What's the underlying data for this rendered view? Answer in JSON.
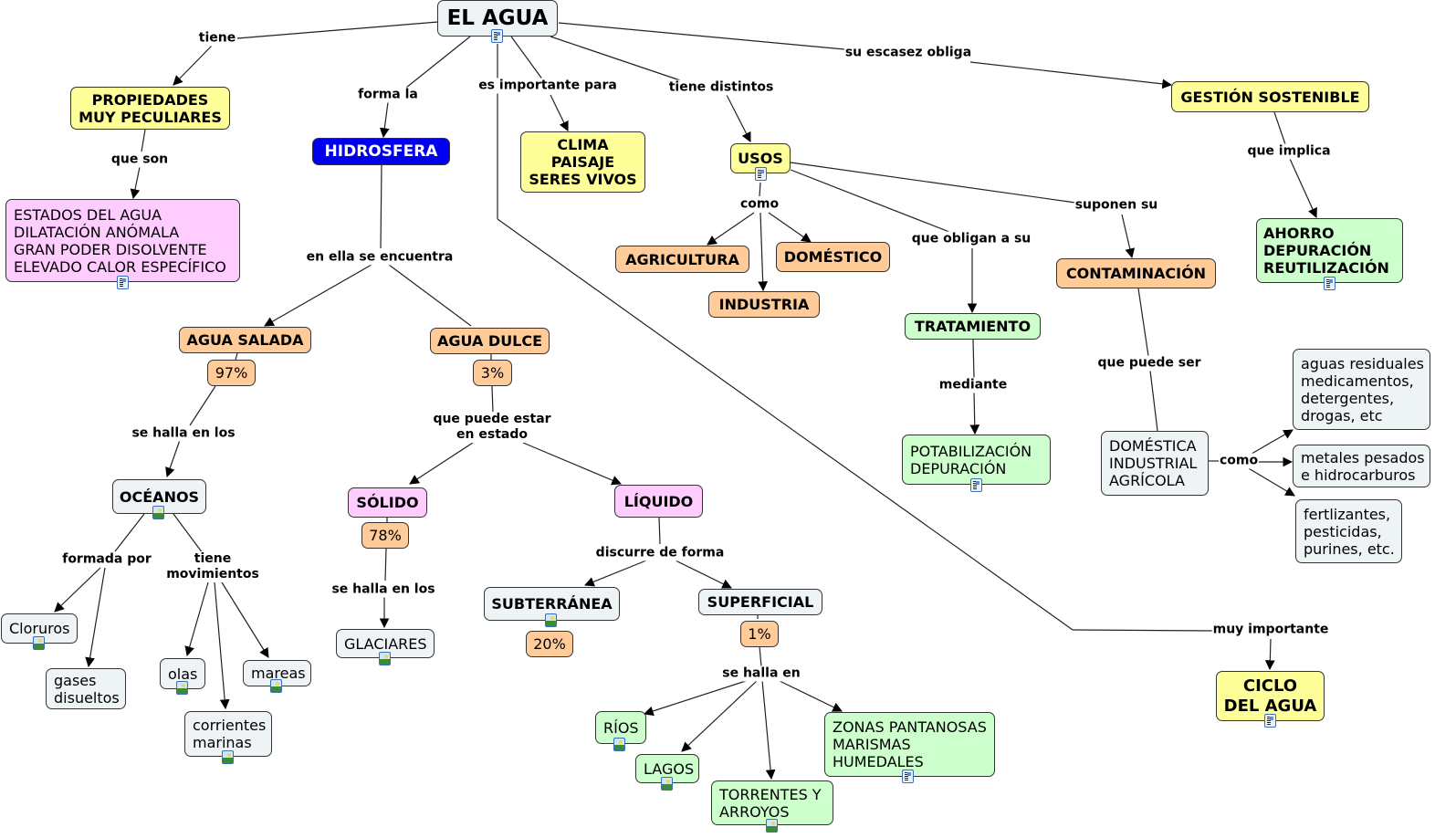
{
  "title": "EL AGUA",
  "concepts": {
    "el_agua": "EL AGUA",
    "propiedades": "PROPIEDADES\nMUY PECULIARES",
    "propiedades_lista": "ESTADOS DEL AGUA\nDILATACIÓN ANÓMALA\nGRAN PODER DISOLVENTE\nELEVADO CALOR ESPECÍFICO",
    "hidrosfera": "HIDROSFERA",
    "clima": "CLIMA\nPAISAJE\nSERES VIVOS",
    "usos": "USOS",
    "agricultura": "AGRICULTURA",
    "domestico": "DOMÉSTICO",
    "industria": "INDUSTRIA",
    "gestion": "GESTIÓN SOSTENIBLE",
    "ahorro": "AHORRO\nDEPURACIÓN\nREUTILIZACIÓN",
    "contaminacion": "CONTAMINACIÓN",
    "tratamiento": "TRATAMIENTO",
    "potabilizacion": "POTABILIZACIÓN\nDEPURACIÓN",
    "tipos_contaminacion": "DOMÉSTICA\nINDUSTRIAL\nAGRÍCOLA",
    "aguas_residuales": "aguas residuales\nmedicamentos,\ndetergentes,\ndrogas, etc",
    "metales": "metales pesados\ne hidrocarburos",
    "fertilizantes": "fertlizantes,\npesticidas,\npurines, etc.",
    "agua_salada": "AGUA SALADA",
    "pct_97": "97%",
    "agua_dulce": "AGUA DULCE",
    "pct_3": "3%",
    "oceanos": "OCÉANOS",
    "cloruros": "Cloruros",
    "gases": "gases\ndisueltos",
    "olas": "olas",
    "mareas": "mareas",
    "corrientes": "corrientes\nmarinas",
    "solido": "SÓLIDO",
    "pct_78": "78%",
    "glaciares": "GLACIARES",
    "liquido": "LÍQUIDO",
    "subterranea": "SUBTERRÁNEA",
    "pct_20": "20%",
    "superficial": "SUPERFICIAL",
    "pct_1": "1%",
    "rios": "RÍOS",
    "lagos": "LAGOS",
    "torrentes": "TORRENTES Y\nARROYOS",
    "zonas": "ZONAS PANTANOSAS\nMARISMAS\nHUMEDALES",
    "ciclo": "CICLO\nDEL AGUA"
  },
  "links": {
    "tiene": "tiene",
    "forma_la": "forma la",
    "es_importante": "es importante para",
    "tiene_distintos": "tiene distintos",
    "su_escasez": "su escasez obliga",
    "que_son": "que son",
    "en_ella": "en ella se encuentra",
    "como_usos": "como",
    "que_obligan": "que obligan a su",
    "suponen_su": "suponen su",
    "que_implica": "que implica",
    "mediante": "mediante",
    "que_puede_ser": "que puede ser",
    "como_cont": "como",
    "se_halla_los_1": "se halla en los",
    "formada_por": "formada por",
    "tiene_movimientos": "tiene\nmovimientos",
    "que_puede_estar": "que puede estar\nen estado",
    "se_halla_los_2": "se halla en los",
    "discurre": "discurre de forma",
    "se_halla_en": "se halla en",
    "muy_importante": "muy importante"
  },
  "icons": {
    "document": "document-icon",
    "image": "image-icon"
  }
}
